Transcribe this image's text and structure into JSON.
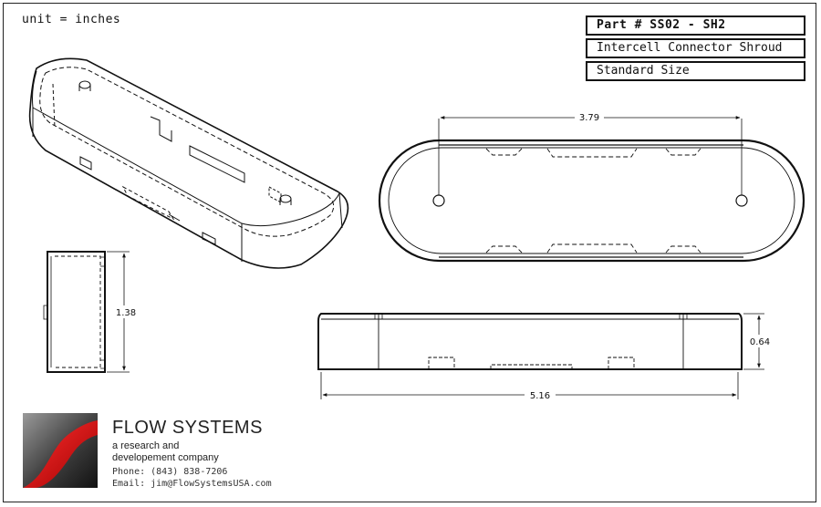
{
  "unit_label": "unit = inches",
  "title_block": {
    "part_number": "Part # SS02 - SH2",
    "description": "Intercell Connector Shroud",
    "size": "Standard Size"
  },
  "dimensions": {
    "top_view_hole_spacing": "3.79",
    "side_view_height": "1.38",
    "front_view_height": "0.64",
    "front_view_length": "5.16"
  },
  "company": {
    "name": "FLOW SYSTEMS",
    "tagline_line1": "a research and",
    "tagline_line2": "developement company",
    "phone": "Phone: (843) 838-7206",
    "email": "Email: jim@FlowSystemsUSA.com"
  }
}
